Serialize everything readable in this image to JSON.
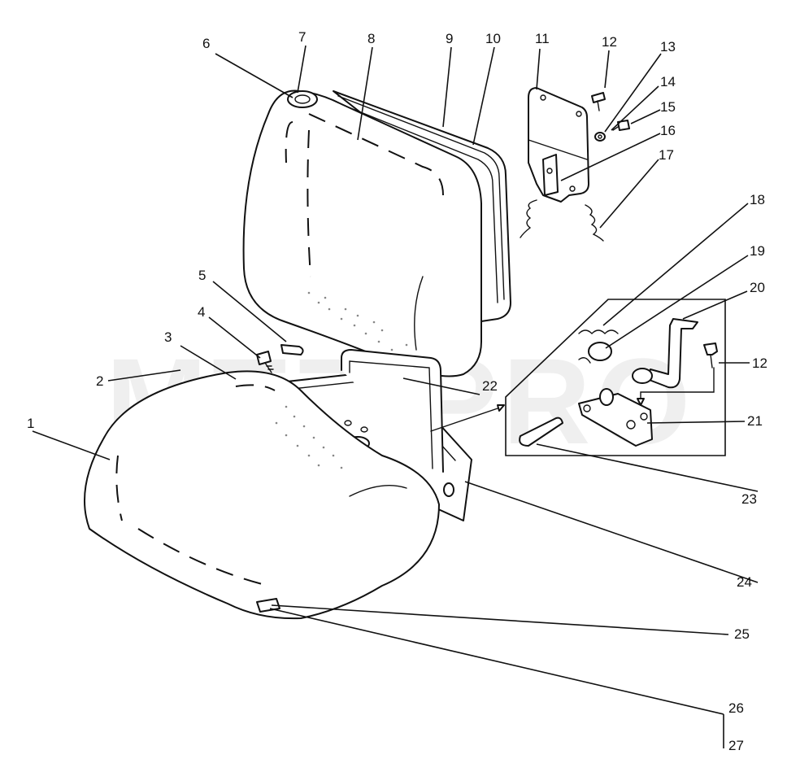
{
  "watermark": "MTZ-PRO",
  "callouts": {
    "c1": "1",
    "c2": "2",
    "c3": "3",
    "c4": "4",
    "c5": "5",
    "c6": "6",
    "c7": "7",
    "c8": "8",
    "c9": "9",
    "c10": "10",
    "c11": "11",
    "c12a": "12",
    "c12b": "12",
    "c13": "13",
    "c14": "14",
    "c15": "15",
    "c16": "16",
    "c17": "17",
    "c18": "18",
    "c19": "19",
    "c20": "20",
    "c21": "21",
    "c22": "22",
    "c23": "23",
    "c24": "24",
    "c25": "25",
    "c26": "26",
    "c27": "27"
  }
}
